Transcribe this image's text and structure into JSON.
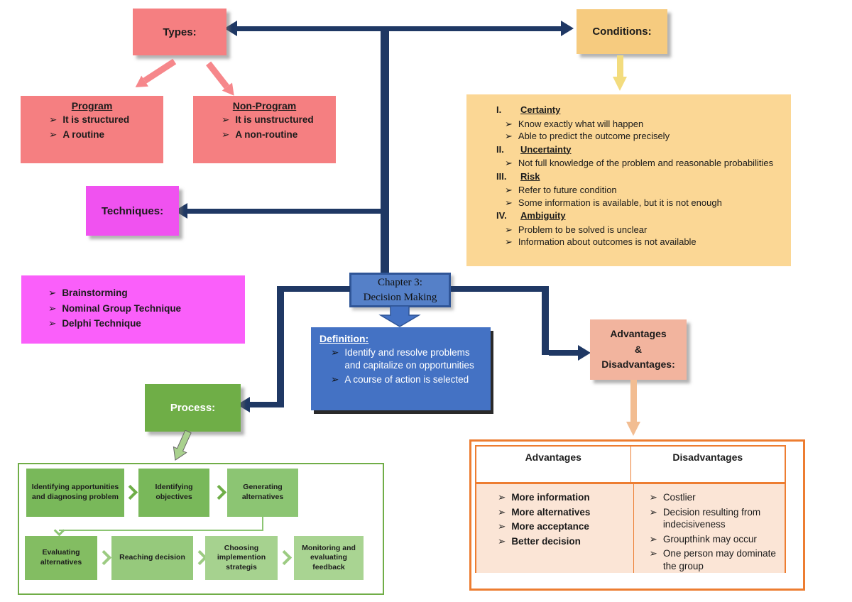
{
  "ui": {
    "bullet_char": "➢"
  },
  "colors": {
    "navy": "#1F3864",
    "salmon": "#F57F81",
    "orange_panel": "#FBD795",
    "orange_border": "#ED7D31",
    "magenta": "#FA5FFA",
    "blue": "#4472C4",
    "blue_border": "#2F5597",
    "peach": "#F2B49E",
    "table_body": "#FBE5D6",
    "green": "#70AD47",
    "flow_row1": [
      "#79B85A",
      "#79B85A",
      "#8CC573"
    ],
    "flow_row2": [
      "#83BD62",
      "#96C97C",
      "#A6D28F",
      "#A9D492"
    ],
    "chev_row1": "#6FAE48",
    "chev_row2": "#9CCB82"
  },
  "nodes": {
    "types": {
      "label": "Types:"
    },
    "program": {
      "title": "Program",
      "points": [
        "It is structured",
        "A routine"
      ]
    },
    "non_program": {
      "title": "Non-Program",
      "points": [
        "It is unstructured",
        "A non-routine"
      ]
    },
    "conditions": {
      "label": "Conditions:"
    },
    "conditions_panel": {
      "items": [
        {
          "numeral": "I.",
          "title": "Certainty",
          "points": [
            "Know exactly what will happen",
            "Able to predict the outcome precisely"
          ]
        },
        {
          "numeral": "II.",
          "title": "Uncertainty",
          "points": [
            "Not full knowledge of the problem and reasonable probabilities"
          ]
        },
        {
          "numeral": "III.",
          "title": "Risk",
          "points": [
            "Refer to future condition",
            "Some information is available, but it is not enough"
          ]
        },
        {
          "numeral": "IV.",
          "title": "Ambiguity",
          "points": [
            "Problem to be solved is unclear",
            "Information about outcomes is not available"
          ]
        }
      ]
    },
    "techniques": {
      "label": "Techniques:"
    },
    "techniques_panel": {
      "points": [
        "Brainstorming",
        "Nominal Group Technique",
        "Delphi Technique"
      ]
    },
    "chapter": {
      "line1": "Chapter 3:",
      "line2": "Decision Making"
    },
    "definition": {
      "title": "Definition:",
      "points": [
        "Identify and resolve problems and capitalize on opportunities",
        "A course of action is selected"
      ]
    },
    "process": {
      "label": "Process:"
    },
    "process_flow": {
      "row1": [
        "Identifying apportunities and diagnosing problem",
        "Identifying objectives",
        "Generating alternatives"
      ],
      "row2": [
        "Evaluating alternatives",
        "Reaching decision",
        "Choosing implemention strategis",
        "Monitoring and evaluating feedback"
      ]
    },
    "advantages_node": {
      "line1": "Advantages",
      "line2": "&",
      "line3": "Disadvantages:"
    },
    "table": {
      "headers": [
        "Advantages",
        "Disadvantages"
      ],
      "advantages": [
        "More information",
        "More alternatives",
        "More acceptance",
        "Better decision"
      ],
      "disadvantages": [
        "Costlier",
        "Decision resulting from indecisiveness",
        "Groupthink may occur",
        "One person may dominate the group"
      ]
    }
  }
}
